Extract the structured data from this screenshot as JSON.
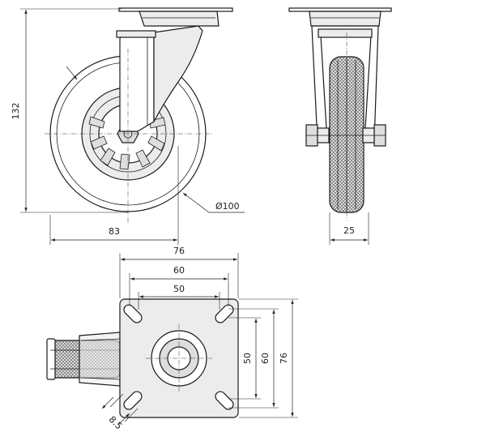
{
  "dimensions": {
    "height_total": "132",
    "wheel_offset": "83",
    "wheel_diameter": "Ø100",
    "wheel_width": "25",
    "plate_width": "76",
    "hole_spacing_outer": "60",
    "hole_spacing_inner": "50",
    "plate_height": "76",
    "hole_spacing_outer_v": "60",
    "hole_spacing_inner_v": "50",
    "slot_width": "8.5"
  },
  "colors": {
    "line": "#1a1a1a",
    "hub_fill": "#dedede",
    "tread_fill": "#cccccc"
  }
}
